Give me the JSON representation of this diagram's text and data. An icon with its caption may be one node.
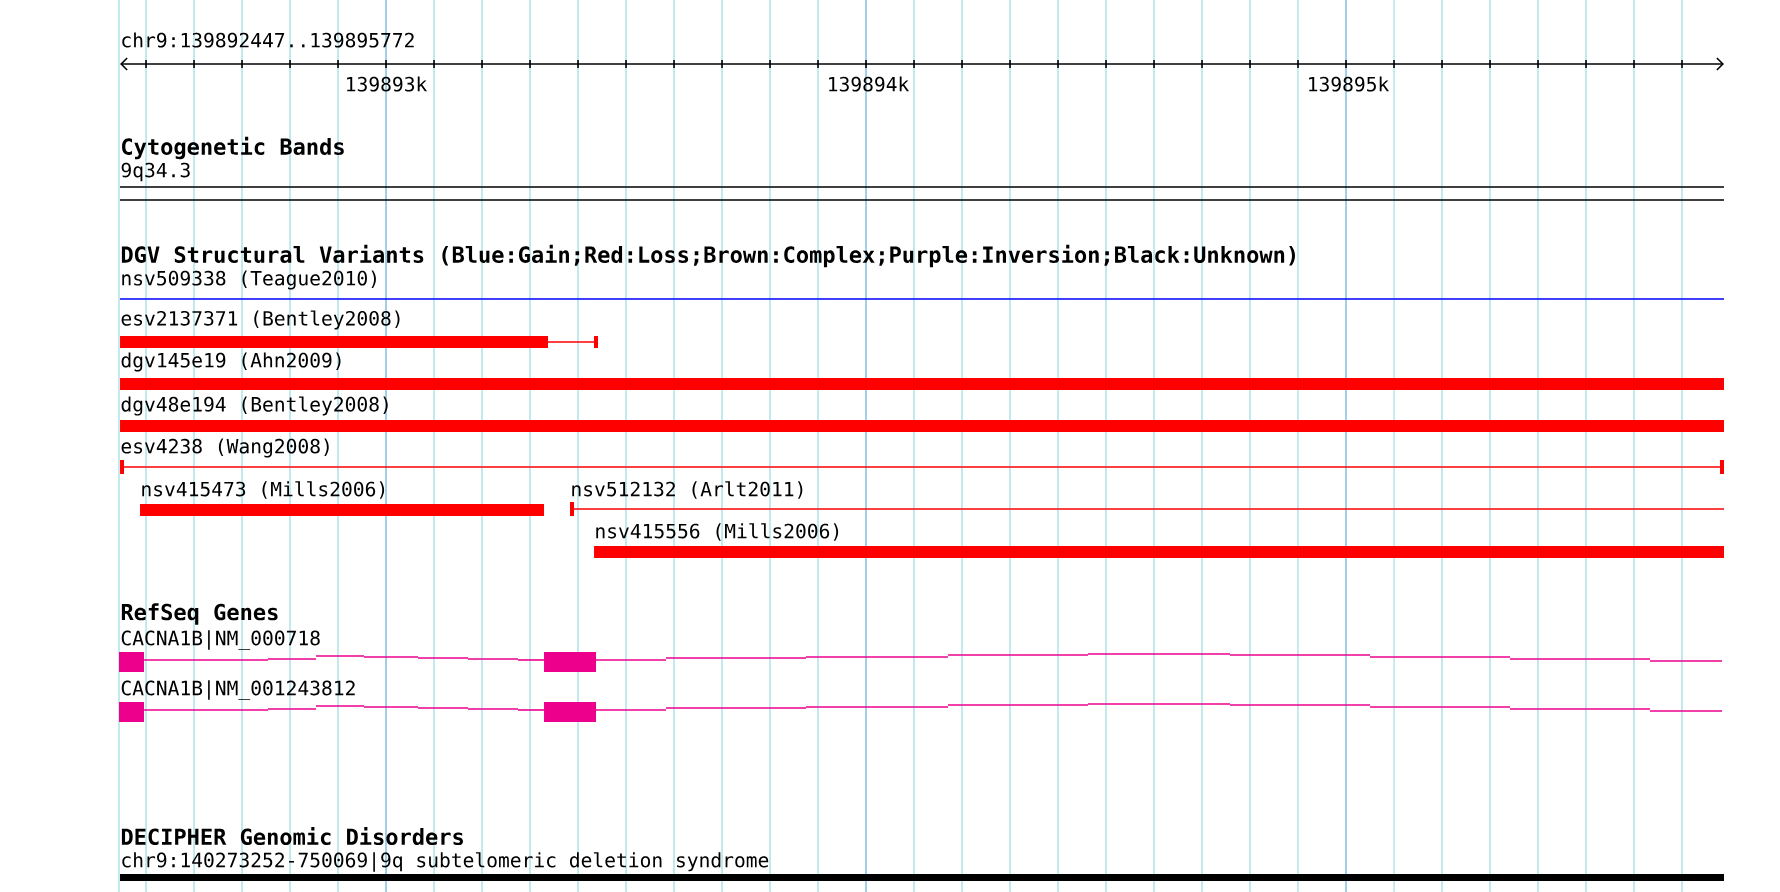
{
  "diagram": {
    "labels": [
      "chr9:139892447..139895772",
      "139893k",
      "139894k",
      "139895k",
      "Cytogenetic Bands",
      "9q34.3",
      "DGV Structural Variants (Blue:Gain;Red:Loss;Brown:Complex;Purple:Inversion;Black:Unknown)",
      "nsv509338 (Teague2010)",
      "esv2137371 (Bentley2008)",
      "dgv145e19 (Ahn2009)",
      "dgv48e194 (Bentley2008)",
      "esv4238 (Wang2008)",
      "nsv415473 (Mills2006)",
      "nsv512132 (Arlt2011)",
      "nsv415556 (Mills2006)",
      "RefSeq Genes",
      "CACNA1B|NM_000718",
      "CACNA1B|NM_001243812",
      "DECIPHER Genomic Disorders",
      "chr9:140273252-750069|9q subtelomeric deletion syndrome"
    ]
  }
}
